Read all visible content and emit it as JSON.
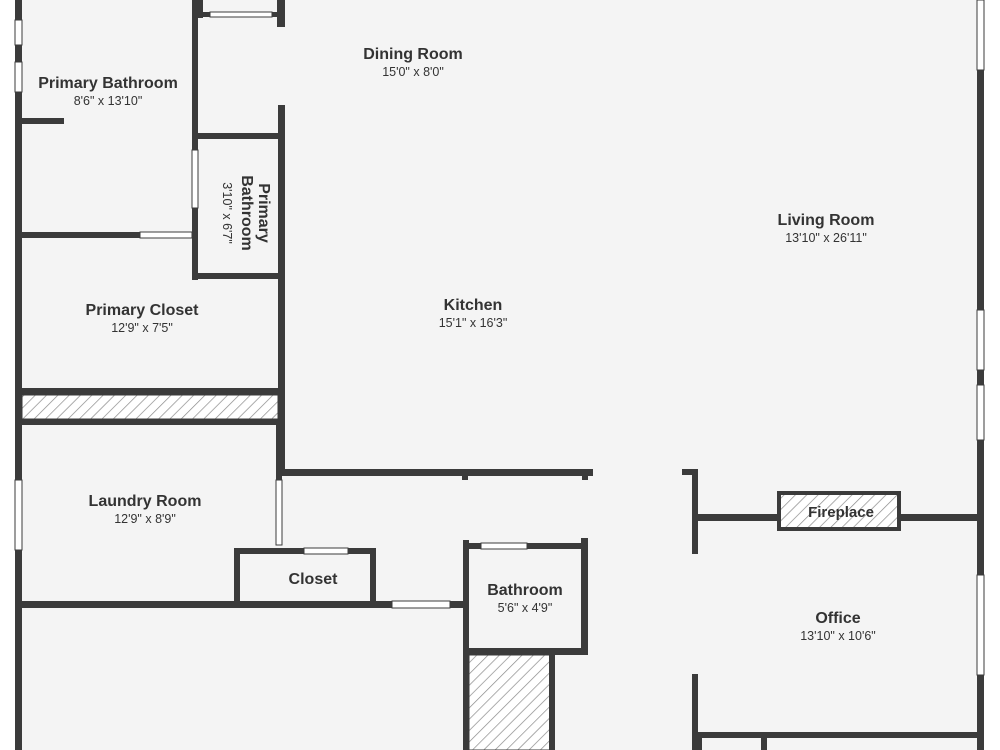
{
  "colors": {
    "wall": "#3b3b3b",
    "floor": "#f4f4f4",
    "window": "#ffffff",
    "hatch": "#8a8a8a"
  },
  "rooms": {
    "dining": {
      "name": "Dining Room",
      "dim": "15'0\" x 8'0\""
    },
    "primary_bathroom": {
      "name": "Primary Bathroom",
      "dim": "8'6\" x 13'10\""
    },
    "primary_bathroom_small": {
      "name_line1": "Primary",
      "name_line2": "Bathroom",
      "dim": "3'10\" x 6'7\""
    },
    "living": {
      "name": "Living Room",
      "dim": "13'10\" x 26'11\""
    },
    "kitchen": {
      "name": "Kitchen",
      "dim": "15'1\" x 16'3\""
    },
    "primary_closet": {
      "name": "Primary Closet",
      "dim": "12'9\" x 7'5\""
    },
    "laundry": {
      "name": "Laundry Room",
      "dim": "12'9\" x 8'9\""
    },
    "closet": {
      "name": "Closet"
    },
    "bathroom": {
      "name": "Bathroom",
      "dim": "5'6\" x 4'9\""
    },
    "office": {
      "name": "Office",
      "dim": "13'10\" x 10'6\""
    }
  },
  "features": {
    "fireplace": "Fireplace"
  }
}
